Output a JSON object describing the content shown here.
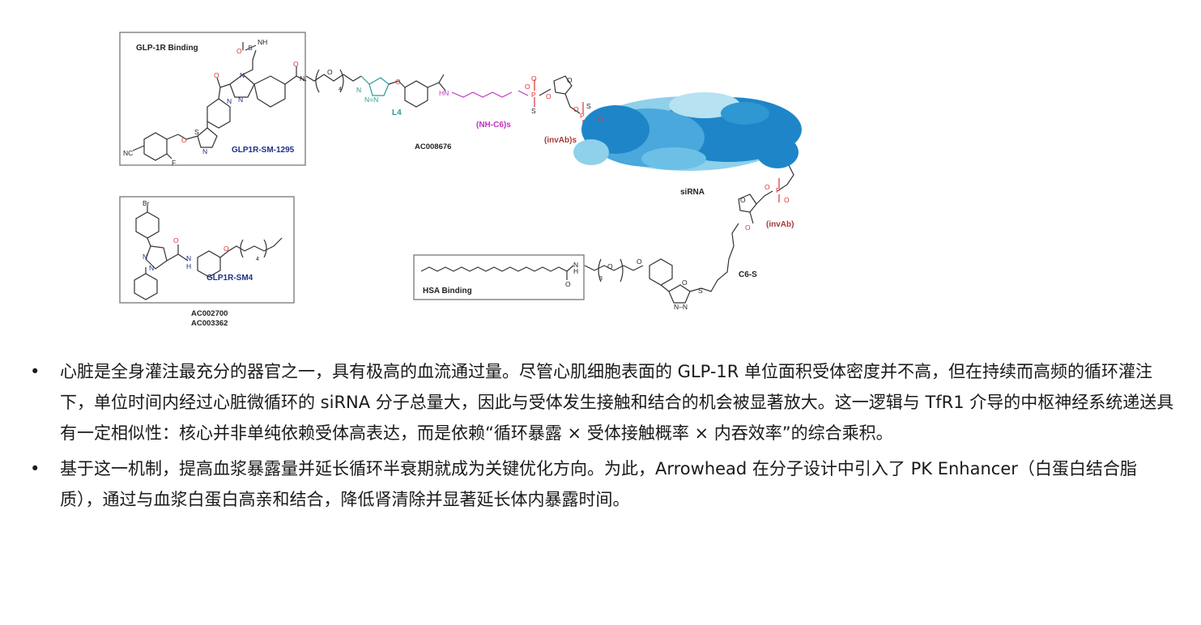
{
  "figure": {
    "box1": {
      "title": "GLP-1R Binding",
      "compound": "GLP1R-SM-1295"
    },
    "box2": {
      "compound": "GLP1R-SM4",
      "ids": [
        "AC002700",
        "AC003362"
      ]
    },
    "box3": {
      "title": "HSA Binding"
    },
    "labels": {
      "l4": "L4",
      "nh_c6": "(NH-C6)s",
      "ac008676": "AC008676",
      "invab_s": "(invAb)s",
      "sirna": "siRNA",
      "invab": "(invAb)",
      "c6s": "C6-S"
    },
    "atoms": {
      "nh_top": "NH",
      "s_top": "S",
      "o_top": "O",
      "o_c1": "O",
      "n_c1": "N",
      "n_c2": "N",
      "n_pip": "N",
      "s_thz": "S",
      "n_thz": "N",
      "o_ether": "O",
      "nc": "NC",
      "f": "F",
      "nh_amide": "N",
      "o_peg": "O",
      "sub4": "4",
      "n_tri1": "N",
      "n_tri2": "N=N",
      "o_link": "O",
      "o_carb": "O",
      "hn": "HN",
      "o_p1a": "O",
      "p1": "P",
      "o_p1b": "O",
      "s_p1": "S",
      "o_ring1": "O",
      "o_ring1b": "O",
      "o_p2": "O",
      "p2": "P",
      "s_p2": "S",
      "o_p2b": "O",
      "o_p3a": "O",
      "p3": "P",
      "o_p3b": "O",
      "o_ring2": "O",
      "o_ring2b": "O",
      "br": "Br",
      "n_pz1": "N",
      "n_pz2": "N",
      "o_sm4": "O",
      "nh_sm4": "N",
      "h_sm4": "H",
      "o_sm4b": "O",
      "sub4b": "4",
      "n_hsa": "N",
      "h_hsa": "H",
      "o_hsa": "O",
      "sub3": "3",
      "o_hsa2": "O",
      "o_hsa3": "O",
      "o_oxa": "O",
      "n_oxa": "N–N",
      "s_oxa": "S"
    },
    "colors": {
      "box_border": "#777777",
      "navy": "#1f2f8a",
      "teal": "#2a9a9a",
      "magenta": "#c034c0",
      "maroon": "#a83a3a",
      "red": "#e03030",
      "sirna_dark": "#1e86c8",
      "sirna_light": "#8fd0ea"
    }
  },
  "bullets": [
    "心脏是全身灌注最充分的器官之一，具有极高的血流通过量。尽管心肌细胞表面的 GLP-1R 单位面积受体密度并不高，但在持续而高频的循环灌注下，单位时间内经过心脏微循环的 siRNA 分子总量大，因此与受体发生接触和结合的机会被显著放大。这一逻辑与 TfR1 介导的中枢神经系统递送具有一定相似性：核心并非单纯依赖受体高表达，而是依赖“循环暴露 × 受体接触概率 × 内吞效率”的综合乘积。",
    "基于这一机制，提高血浆暴露量并延长循环半衰期就成为关键优化方向。为此，Arrowhead 在分子设计中引入了 PK Enhancer（白蛋白结合脂质），通过与血浆白蛋白高亲和结合，降低肾清除并显著延长体内暴露时间。"
  ]
}
